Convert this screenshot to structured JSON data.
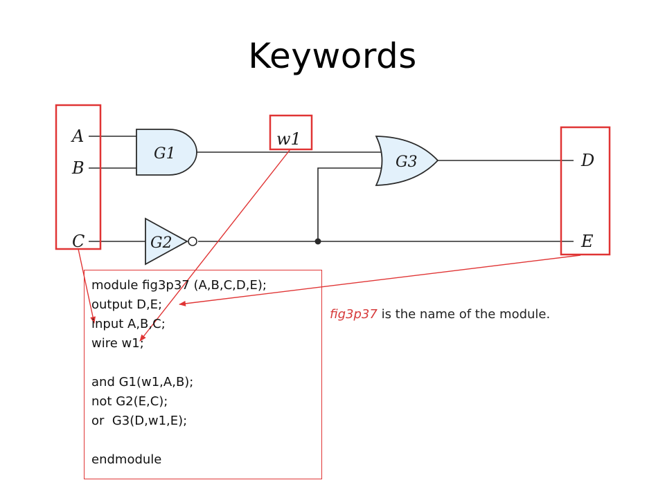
{
  "title": "Keywords",
  "circuit": {
    "inputs": [
      "A",
      "B",
      "C"
    ],
    "outputs": [
      "D",
      "E"
    ],
    "wire": "w1",
    "gates": [
      {
        "name": "G1",
        "type": "and"
      },
      {
        "name": "G2",
        "type": "not"
      },
      {
        "name": "G3",
        "type": "or"
      }
    ]
  },
  "code_lines": [
    "module fig3p37 (A,B,C,D,E);",
    "output D,E;",
    "input A,B,C;",
    "wire w1;",
    "",
    "and G1(w1,A,B);",
    "not G2(E,C);",
    "or  G3(D,w1,E);",
    "",
    "endmodule"
  ],
  "note": {
    "module_name": "fig3p37",
    "rest": " is the name of the module."
  },
  "colors": {
    "highlight": "#e03434",
    "gate_fill": "#e3f1fb",
    "wire": "#2a2a2a"
  }
}
